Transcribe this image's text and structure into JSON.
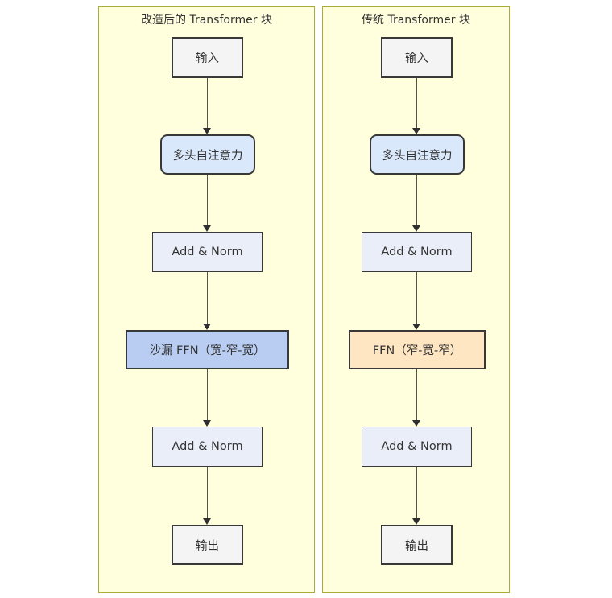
{
  "diagram": {
    "type": "flowchart",
    "direction": "top-down",
    "text_color": "#333333",
    "node_border_color": "#333333",
    "arrow_color": "#333333",
    "panel_bg_color": "#ffffde",
    "panel_border_color": "#abab38",
    "panels": [
      {
        "id": "modified",
        "title": "改造后的 Transformer 块",
        "nodes": [
          {
            "id": "input",
            "label": "输入",
            "fill": "#f4f4f4",
            "shape": "rect"
          },
          {
            "id": "mhsa",
            "label": "多头自注意力",
            "fill": "#dae8fc",
            "shape": "rounded"
          },
          {
            "id": "addnorm1",
            "label": "Add & Norm",
            "fill": "#eaeef8",
            "shape": "rect"
          },
          {
            "id": "ffn",
            "label": "沙漏 FFN（宽-窄-宽）",
            "fill": "#b8cdf1",
            "shape": "rect"
          },
          {
            "id": "addnorm2",
            "label": "Add & Norm",
            "fill": "#eaeef8",
            "shape": "rect"
          },
          {
            "id": "output",
            "label": "输出",
            "fill": "#f4f4f4",
            "shape": "rect"
          }
        ],
        "edges": [
          {
            "from": "输入",
            "to": "多头自注意力"
          },
          {
            "from": "多头自注意力",
            "to": "Add & Norm"
          },
          {
            "from": "Add & Norm",
            "to": "沙漏 FFN（宽-窄-宽）"
          },
          {
            "from": "沙漏 FFN（宽-窄-宽）",
            "to": "Add & Norm"
          },
          {
            "from": "Add & Norm",
            "to": "输出"
          }
        ]
      },
      {
        "id": "traditional",
        "title": "传统 Transformer 块",
        "nodes": [
          {
            "id": "input",
            "label": "输入",
            "fill": "#f4f4f4",
            "shape": "rect"
          },
          {
            "id": "mhsa",
            "label": "多头自注意力",
            "fill": "#dae8fc",
            "shape": "rounded"
          },
          {
            "id": "addnorm1",
            "label": "Add & Norm",
            "fill": "#eaeef8",
            "shape": "rect"
          },
          {
            "id": "ffn",
            "label": "FFN（窄-宽-窄）",
            "fill": "#ffe6c2",
            "shape": "rect"
          },
          {
            "id": "addnorm2",
            "label": "Add & Norm",
            "fill": "#eaeef8",
            "shape": "rect"
          },
          {
            "id": "output",
            "label": "输出",
            "fill": "#f4f4f4",
            "shape": "rect"
          }
        ],
        "edges": [
          {
            "from": "输入",
            "to": "多头自注意力"
          },
          {
            "from": "多头自注意力",
            "to": "Add & Norm"
          },
          {
            "from": "Add & Norm",
            "to": "FFN（窄-宽-窄）"
          },
          {
            "from": "FFN（窄-宽-窄）",
            "to": "Add & Norm"
          },
          {
            "from": "Add & Norm",
            "to": "输出"
          }
        ]
      }
    ]
  }
}
